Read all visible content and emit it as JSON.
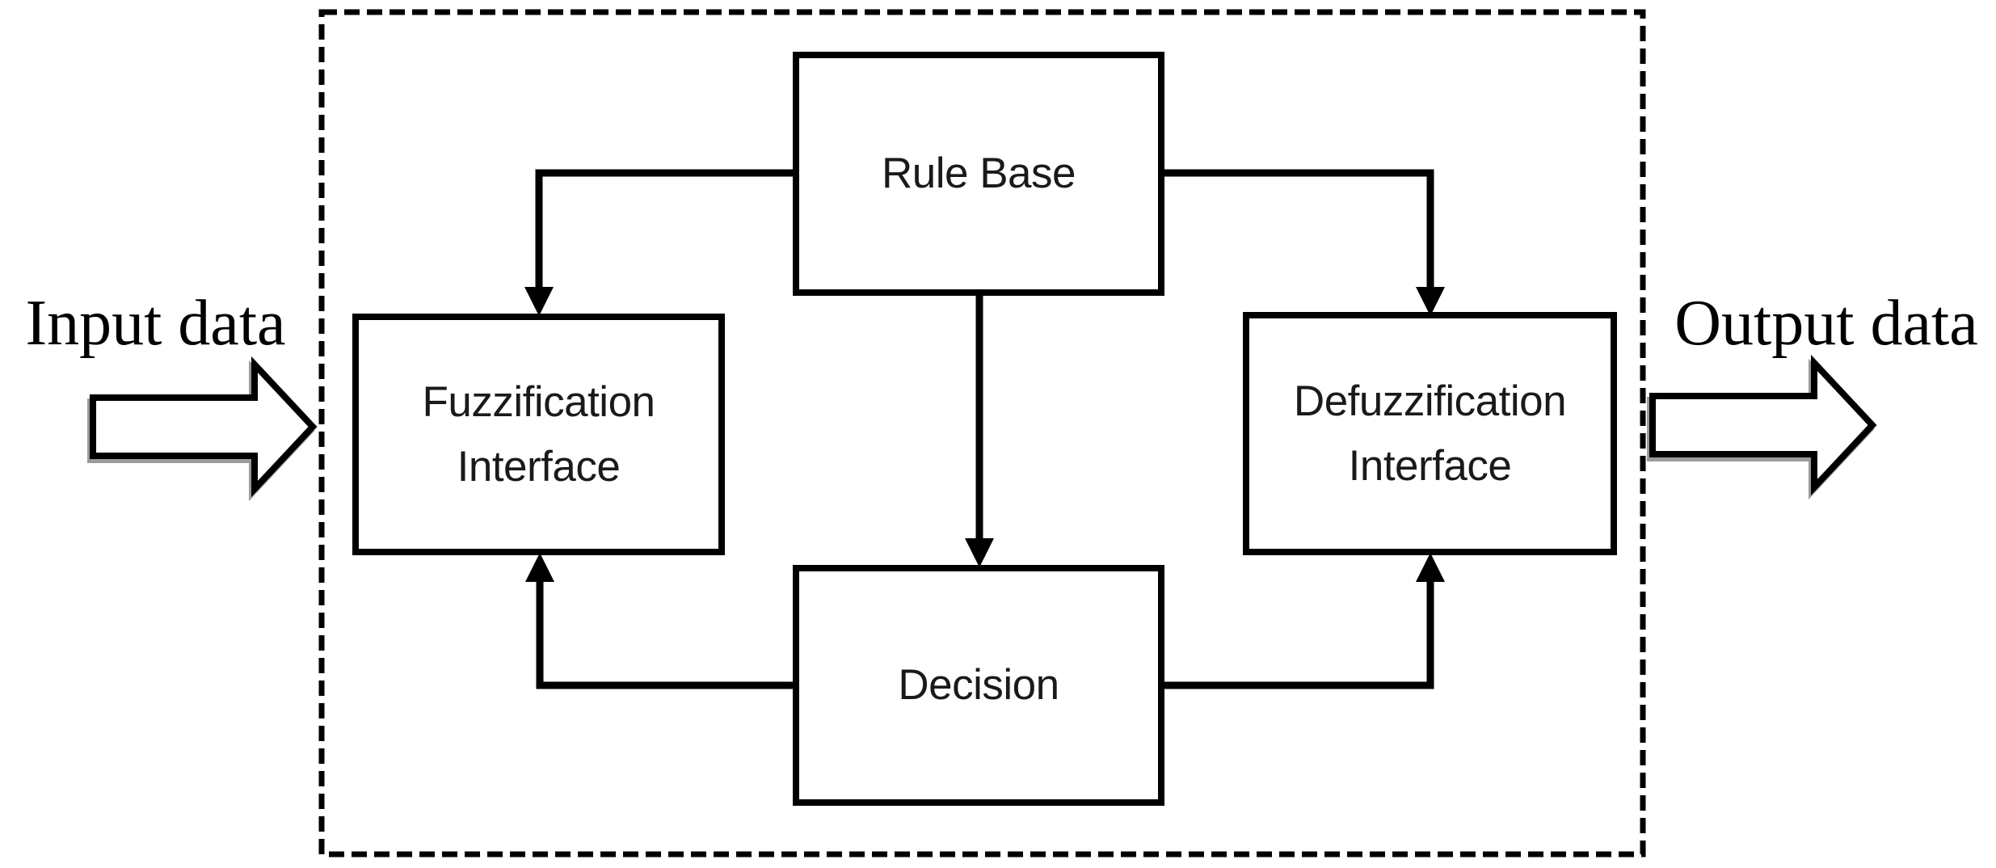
{
  "diagram": {
    "type": "block-diagram",
    "subject": "fuzzy-inference-system",
    "input_label": "Input data",
    "output_label": "Output data",
    "boxes": {
      "rule_base": {
        "label": "Rule Base"
      },
      "fuzzification": {
        "line1": "Fuzzification",
        "line2": "Interface"
      },
      "defuzzification": {
        "line1": "Defuzzification",
        "line2": "Interface"
      },
      "decision": {
        "label": "Decision"
      }
    },
    "connections": {
      "rule_base_to_fuzzification": "Rule Base -> Fuzzification Interface",
      "rule_base_to_defuzzification": "Rule Base -> Defuzzification Interface",
      "rule_base_to_decision": "Rule Base -> Decision",
      "decision_to_fuzzification": "Decision -> Fuzzification Interface",
      "decision_to_defuzzification": "Decision -> Defuzzification Interface"
    },
    "colors": {
      "line": "#000000",
      "box_fill": "#ffffff",
      "text": "#1a1a1a",
      "io_text": "#000000",
      "background": "#ffffff",
      "arrow_shadow": "#9b9b9b"
    }
  }
}
